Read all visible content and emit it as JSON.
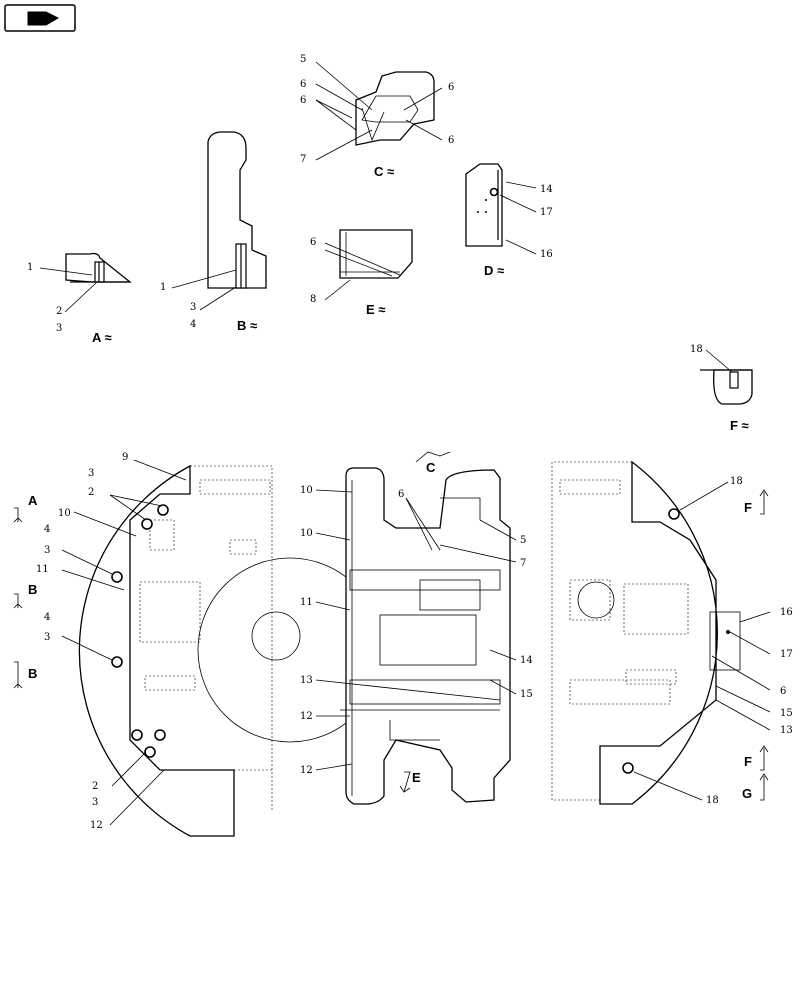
{
  "toolbar": {
    "nav_icon": "forward-arrow-icon"
  },
  "views": {
    "A": "A ≈",
    "B": "B ≈",
    "C": "C ≈",
    "D": "D ≈",
    "E": "E ≈",
    "F": "F ≈"
  },
  "arrows": {
    "A": "A",
    "B1": "B",
    "B2": "B",
    "C": "C",
    "E": "E",
    "F1": "F",
    "F2": "F",
    "G": "G"
  },
  "callouts": {
    "a1": "1",
    "a2": "2",
    "a3": "3",
    "b1": "1",
    "b3": "3",
    "b4": "4",
    "c5": "5",
    "c6a": "6",
    "c6b": "6",
    "c6c": "6",
    "c6d": "6",
    "c7": "7",
    "d14": "14",
    "d17": "17",
    "d16": "16",
    "e6": "6",
    "e8": "8",
    "f18": "18",
    "l9": "9",
    "l3a": "3",
    "l2a": "2",
    "l10": "10",
    "l4a": "4",
    "l3b": "3",
    "l11": "11",
    "l4b": "4",
    "l3c": "3",
    "l2b": "2",
    "l3d": "3",
    "l12": "12",
    "m10a": "10",
    "m10b": "10",
    "m11": "11",
    "m13": "13",
    "m12a": "12",
    "m12b": "12",
    "m6": "6",
    "m5": "5",
    "m7": "7",
    "m14": "14",
    "m15": "15",
    "r18a": "18",
    "r16": "16",
    "r17": "17",
    "r6": "6",
    "r15": "15",
    "r13": "13",
    "r18b": "18"
  }
}
